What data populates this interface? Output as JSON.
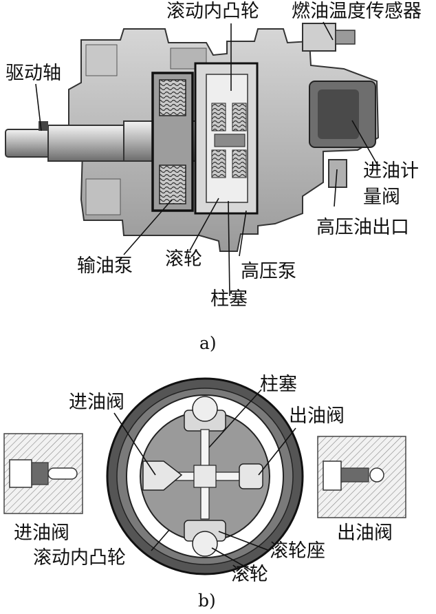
{
  "diagram_a": {
    "caption": "a)",
    "labels": {
      "roller_cam": "滚动内凸轮",
      "fuel_temp_sensor": "燃油温度传感器",
      "drive_shaft": "驱动轴",
      "metering_valve_line1": "进油计",
      "metering_valve_line2": "量阀",
      "hp_outlet": "高压油出口",
      "feed_pump": "输油泵",
      "roller": "滚轮",
      "hp_pump": "高压泵",
      "plunger": "柱塞"
    }
  },
  "diagram_b": {
    "caption": "b)",
    "labels": {
      "inlet_valve_top": "进油阀",
      "plunger": "柱塞",
      "outlet_valve_top": "出油阀",
      "inlet_valve_side": "进油阀",
      "outlet_valve_side": "出油阀",
      "roller_cam": "滚动内凸轮",
      "roller_seat": "滚轮座",
      "roller": "滚轮"
    }
  }
}
